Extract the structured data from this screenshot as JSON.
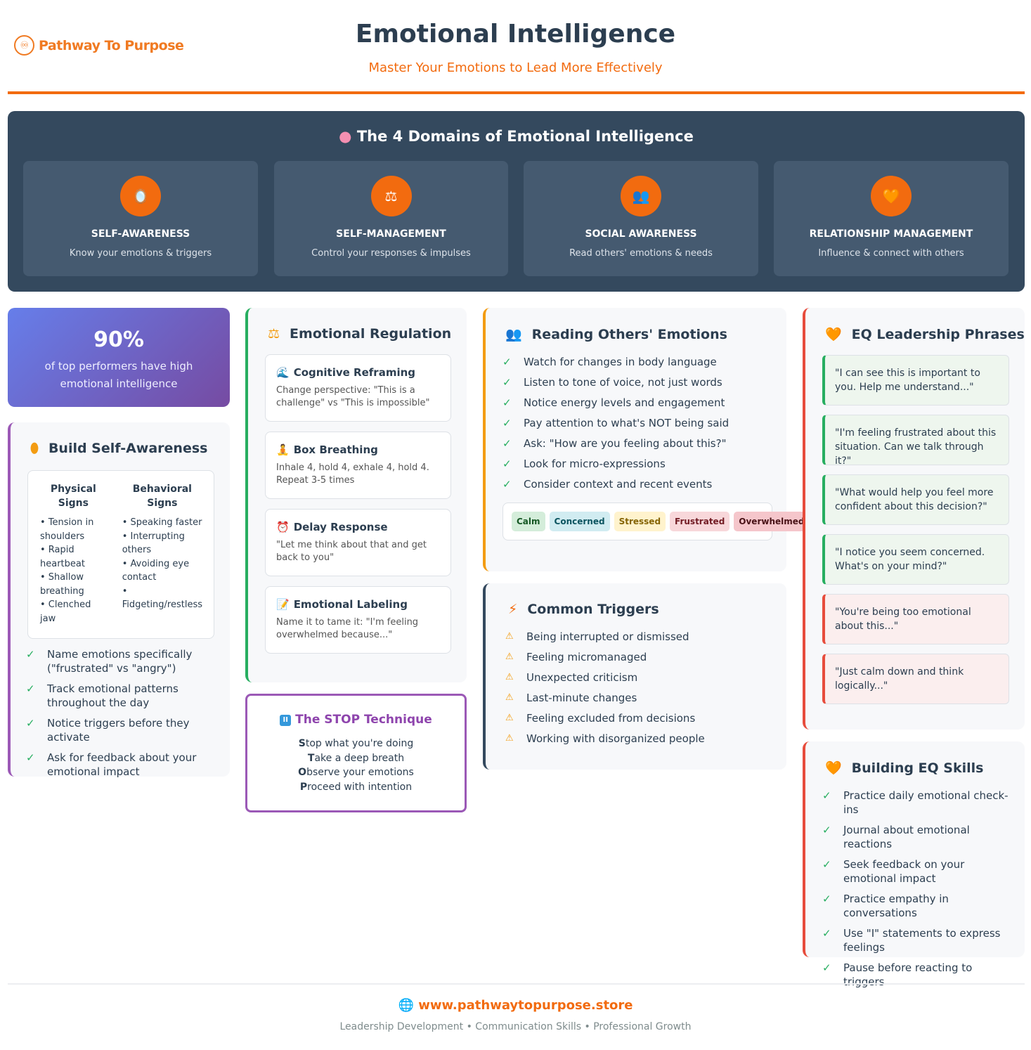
{
  "header": {
    "logo_text": "Pathway To Purpose",
    "title": "Emotional Intelligence",
    "subtitle": "Master Your Emotions to Lead More Effectively"
  },
  "domains": {
    "title": "The 4 Domains of Emotional Intelligence",
    "icon": "brain-icon",
    "items": [
      {
        "name": "SELF-AWARENESS",
        "desc": "Know your emotions & triggers",
        "icon": "mirror-icon"
      },
      {
        "name": "SELF-MANAGEMENT",
        "desc": "Control your responses & impulses",
        "icon": "balance-scale-icon"
      },
      {
        "name": "SOCIAL AWARENESS",
        "desc": "Read others' emotions & needs",
        "icon": "people-icon"
      },
      {
        "name": "RELATIONSHIP MANAGEMENT",
        "desc": "Influence & connect with others",
        "icon": "heart-hands-icon"
      }
    ]
  },
  "stat": {
    "value": "90%",
    "text": "of top performers have high emotional intelligence"
  },
  "self_awareness": {
    "title": "Build Self-Awareness",
    "physical_title": "Physical Signs",
    "physical": "• Tension in shoulders\n• Rapid heartbeat\n• Shallow breathing\n• Clenched jaw",
    "behavioral_title": "Behavioral Signs",
    "behavioral": "• Speaking faster\n• Interrupting others\n• Avoiding eye contact\n• Fidgeting/restless",
    "items": [
      "Name emotions specifically (\"frustrated\" vs \"angry\")",
      "Track emotional patterns throughout the day",
      "Notice triggers before they activate",
      "Ask for feedback about your emotional impact"
    ]
  },
  "regulation": {
    "title": "Emotional Regulation",
    "items": [
      {
        "title": "Cognitive Reframing",
        "desc": "Change perspective: \"This is a challenge\" vs \"This is impossible\"",
        "icon": "wave-icon"
      },
      {
        "title": "Box Breathing",
        "desc": "Inhale 4, hold 4, exhale 4, hold 4. Repeat 3-5 times",
        "icon": "meditation-icon"
      },
      {
        "title": "Delay Response",
        "desc": "\"Let me think about that and get back to you\"",
        "icon": "alarm-clock-icon"
      },
      {
        "title": "Emotional Labeling",
        "desc": "Name it to tame it: \"I'm feeling overwhelmed because...\"",
        "icon": "memo-icon"
      }
    ]
  },
  "stop": {
    "title": "The STOP Technique",
    "lines": [
      [
        "S",
        "top what you're doing"
      ],
      [
        "T",
        "ake a deep breath"
      ],
      [
        "O",
        "bserve your emotions"
      ],
      [
        "P",
        "roceed with intention"
      ]
    ]
  },
  "reading": {
    "title": "Reading Others' Emotions",
    "items": [
      "Watch for changes in body language",
      "Listen to tone of voice, not just words",
      "Notice energy levels and engagement",
      "Pay attention to what's NOT being said",
      "Ask: \"How are you feeling about this?\"",
      "Look for micro-expressions",
      "Consider context and recent events"
    ],
    "scale": [
      {
        "label": "Calm",
        "bg": "#d4edda",
        "fg": "#155724"
      },
      {
        "label": "Concerned",
        "bg": "#d1ecf1",
        "fg": "#0c5460"
      },
      {
        "label": "Stressed",
        "bg": "#fff3cd",
        "fg": "#856404"
      },
      {
        "label": "Frustrated",
        "bg": "#f8d7da",
        "fg": "#721c24"
      },
      {
        "label": "Overwhelmed",
        "bg": "#f5c6cb",
        "fg": "#491217"
      }
    ]
  },
  "triggers": {
    "title": "Common Triggers",
    "items": [
      "Being interrupted or dismissed",
      "Feeling micromanaged",
      "Unexpected criticism",
      "Last-minute changes",
      "Feeling excluded from decisions",
      "Working with disorganized people"
    ]
  },
  "phrases": {
    "title": "EQ Leadership Phrases",
    "good": [
      "\"I can see this is important to you. Help me understand...\"",
      "\"I'm feeling frustrated about this situation. Can we talk through it?\"",
      "\"What would help you feel more confident about this decision?\"",
      "\"I notice you seem concerned. What's on your mind?\""
    ],
    "bad": [
      "\"You're being too emotional about this...\"",
      "\"Just calm down and think logically...\""
    ]
  },
  "building": {
    "title": "Building EQ Skills",
    "items": [
      "Practice daily emotional check-ins",
      "Journal about emotional reactions",
      "Seek feedback on your emotional impact",
      "Practice empathy in conversations",
      "Use \"I\" statements to express feelings",
      "Pause before reacting to triggers"
    ]
  },
  "footer": {
    "website": "www.pathwaytopurpose.store",
    "tagline": "Leadership Development • Communication Skills • Professional Growth"
  },
  "colors": {
    "accent": "#f26b0f",
    "navy": "#34495e",
    "green": "#27ae60",
    "purple": "#9b59b6",
    "orange": "#f39c12",
    "red": "#e74c3c"
  }
}
